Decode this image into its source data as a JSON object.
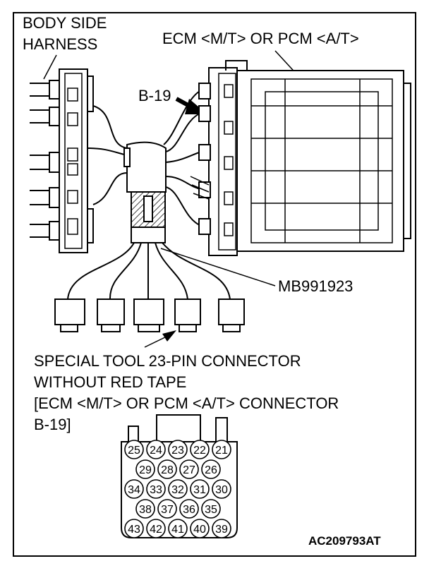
{
  "labels": {
    "body_side_harness": [
      "BODY SIDE",
      "HARNESS"
    ],
    "ecm": "ECM <M/T> OR PCM <A/T>",
    "b19": "B-19",
    "tool": "MB991923",
    "special": [
      "SPECIAL TOOL 23-PIN CONNECTOR",
      "WITHOUT RED TAPE",
      "[ECM <M/T> OR PCM <A/T> CONNECTOR",
      "B-19]"
    ],
    "figure_code": "AC209793AT"
  },
  "pins": {
    "row1": [
      "25",
      "24",
      "23",
      "22",
      "21"
    ],
    "row2": [
      "29",
      "28",
      "27",
      "26"
    ],
    "row3": [
      "34",
      "33",
      "32",
      "31",
      "30"
    ],
    "row4": [
      "38",
      "37",
      "36",
      "35"
    ],
    "row5": [
      "43",
      "42",
      "41",
      "40",
      "39"
    ]
  }
}
